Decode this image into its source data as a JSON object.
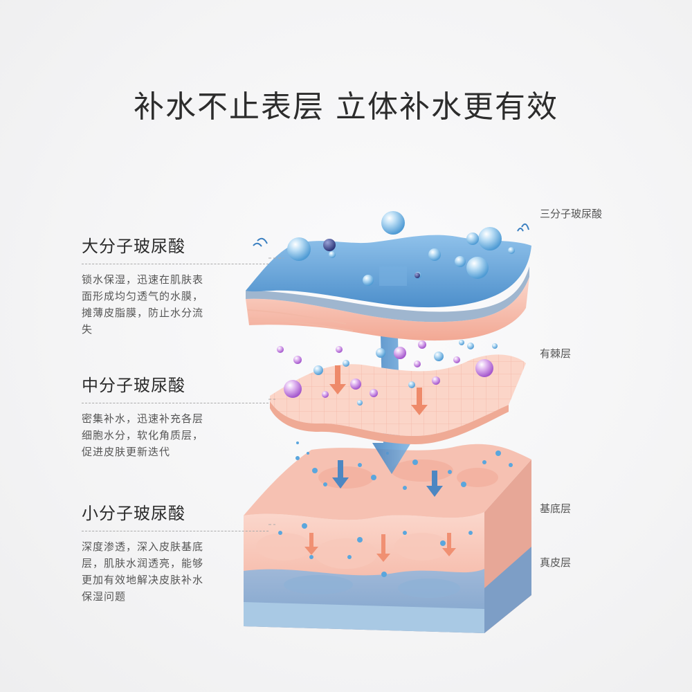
{
  "title": "补水不止表层 立体补水更有效",
  "blocks": [
    {
      "heading": "大分子玻尿酸",
      "text": "锁水保湿，迅速在肌肤表面形成均匀透气的水膜，摊薄皮脂膜，防止水分流失"
    },
    {
      "heading": "中分子玻尿酸",
      "text": "密集补水，迅速补充各层细胞水分，软化角质层，促进皮肤更新迭代"
    },
    {
      "heading": "小分子玻尿酸",
      "text": "深度渗透，深入皮肤基底层，肌肤水润透亮，能够更加有效地解决皮肤补水保湿问题"
    }
  ],
  "layer_labels": [
    "三分子玻尿酸",
    "有棘层",
    "基底层",
    "真皮层"
  ],
  "colors": {
    "water_blue": "#5b9fd6",
    "skin_pink": "#f4b3a3",
    "arrow_orange": "#ee8a6a",
    "dermis_blue": "#8bb0d4"
  }
}
